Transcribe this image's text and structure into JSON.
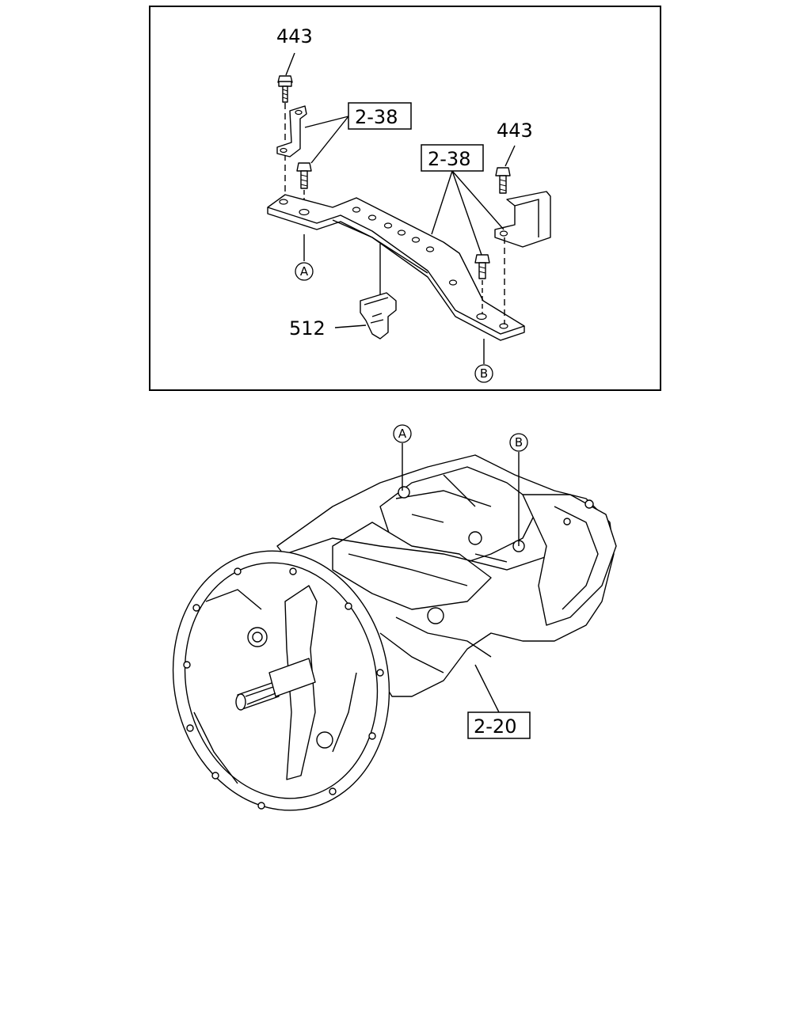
{
  "detail": {
    "callouts": {
      "bolt_top_left": "443",
      "bolt_right": "443",
      "clip": "512"
    },
    "boxed_refs": {
      "bracket_left": "2-38",
      "crossmember": "2-38"
    },
    "locators": {
      "a": "A",
      "b": "B"
    }
  },
  "main": {
    "locators": {
      "a": "A",
      "b": "B"
    },
    "boxed_refs": {
      "transmission": "2-20"
    }
  }
}
